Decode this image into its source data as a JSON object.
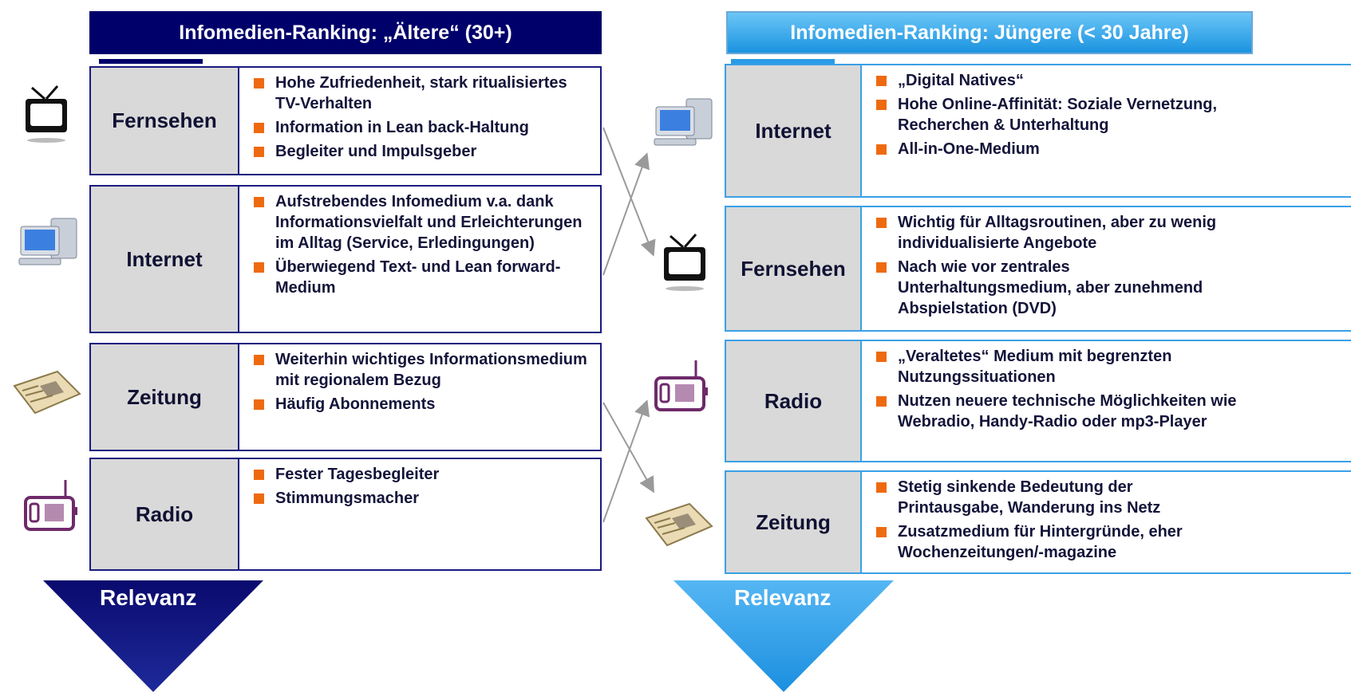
{
  "left": {
    "title": "Infomedien-Ranking: „Ältere“ (30+)",
    "relevanz": "Relevanz",
    "rows": [
      {
        "label": "Fernsehen",
        "icon": "tv-icon",
        "bullets": [
          "Hohe Zufriedenheit, stark ritualisiertes TV-Verhalten",
          "Information in Lean back-Haltung",
          "Begleiter und Impulsgeber"
        ]
      },
      {
        "label": "Internet",
        "icon": "computer-icon",
        "bullets": [
          "Aufstrebendes Infomedium v.a. dank Informationsvielfalt und Erleichterungen im Alltag (Service, Erledingungen)",
          "Überwiegend Text- und Lean forward-Medium"
        ]
      },
      {
        "label": "Zeitung",
        "icon": "newspaper-icon",
        "bullets": [
          "Weiterhin wichtiges Informationsmedium mit regionalem Bezug",
          "Häufig Abonnements"
        ]
      },
      {
        "label": "Radio",
        "icon": "radio-icon",
        "bullets": [
          "Fester Tagesbegleiter",
          "Stimmungsmacher"
        ]
      }
    ]
  },
  "right": {
    "title": "Infomedien-Ranking: Jüngere (< 30 Jahre)",
    "relevanz": "Relevanz",
    "rows": [
      {
        "label": "Internet",
        "icon": "computer-icon",
        "bullets": [
          "„Digital Natives“",
          "Hohe Online-Affinität:  Soziale Vernetzung, Recherchen & Unterhaltung",
          "All-in-One-Medium"
        ]
      },
      {
        "label": "Fernsehen",
        "icon": "tv-icon",
        "bullets": [
          "Wichtig für Alltagsroutinen, aber zu wenig individualisierte Angebote",
          "Nach wie vor zentrales Unterhaltungsmedium, aber zunehmend Abspielstation (DVD)"
        ]
      },
      {
        "label": "Radio",
        "icon": "radio-icon",
        "bullets": [
          "„Veraltetes“ Medium mit begrenzten Nutzungssituationen",
          "Nutzen neuere technische Möglichkeiten wie Webradio, Handy-Radio oder mp3-Player"
        ]
      },
      {
        "label": "Zeitung",
        "icon": "newspaper-icon",
        "bullets": [
          "Stetig sinkende Bedeutung der Printausgabe, Wanderung ins Netz",
          "Zusatzmedium für Hintergründe, eher Wochenzeitungen/-magazine"
        ]
      }
    ]
  },
  "colors": {
    "left_accent": "#00006b",
    "right_accent": "#1a93e0",
    "bullet": "#ee6a10",
    "label_bg": "#d9d9d9"
  }
}
